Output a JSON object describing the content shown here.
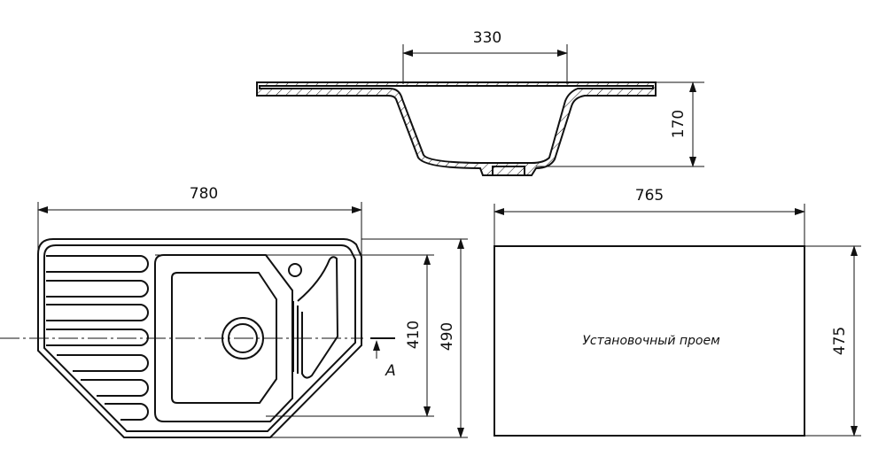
{
  "dimensions": {
    "bowl_width": "330",
    "bowl_depth": "170",
    "overall_width": "780",
    "inner_depth": "410",
    "overall_depth": "490",
    "cutout_width": "765",
    "cutout_depth": "475"
  },
  "section_mark": "A",
  "cutout_label": "Установочный проем"
}
